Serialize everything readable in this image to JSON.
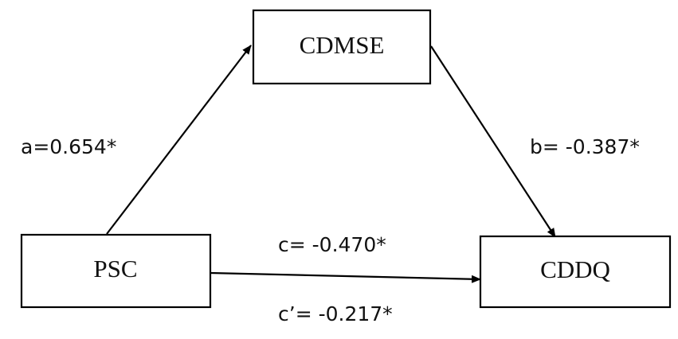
{
  "nodes": {
    "mediator": "CDMSE",
    "predictor": "PSC",
    "outcome": "CDDQ"
  },
  "paths": {
    "a": "a=0.654*",
    "b": "b= -0.387*",
    "c": "c= -0.470*",
    "c_prime": "c’= -0.217*"
  },
  "colors": {
    "line": "#000000",
    "text": "#111111",
    "background": "#ffffff"
  }
}
